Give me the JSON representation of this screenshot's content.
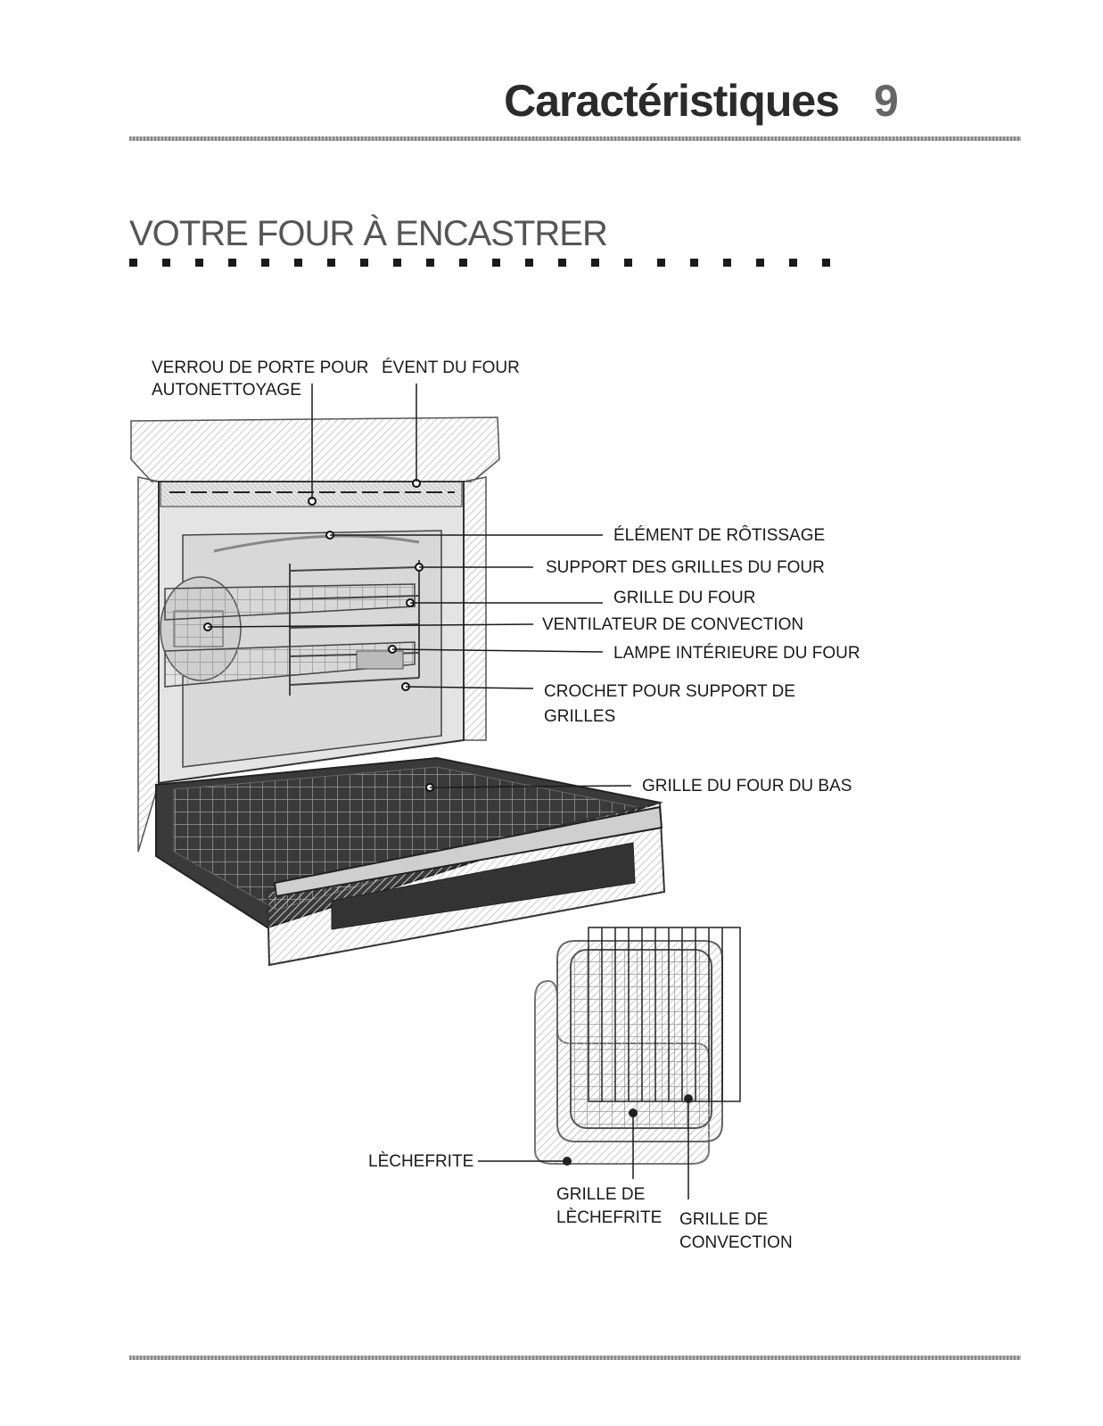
{
  "header": {
    "section_title": "Caractéristiques",
    "page_number": "9"
  },
  "chapter_title": "VOTRE FOUR À ENCASTRER",
  "labels": {
    "door_lock_line1": "VERROU DE PORTE POUR",
    "door_lock_line2": "AUTONETTOYAGE",
    "oven_vent": "ÉVENT DU FOUR",
    "broil_element": "ÉLÉMENT DE RÔTISSAGE",
    "rack_support": "SUPPORT DES GRILLES DU FOUR",
    "oven_rack": "GRILLE DU FOUR",
    "convection_fan": "VENTILATEUR DE CONVECTION",
    "interior_light": "LAMPE INTÉRIEURE DU FOUR",
    "rack_hook_line1": "CROCHET POUR SUPPORT DE",
    "rack_hook_line2": "GRILLES",
    "lower_rack": "GRILLE DU FOUR DU BAS",
    "broiler_pan": "LÈCHEFRITE",
    "broiler_grid_line1": "GRILLE DE",
    "broiler_grid_line2": "LÈCHEFRITE",
    "convection_rack_line1": "GRILLE DE",
    "convection_rack_line2": "CONVECTION"
  }
}
